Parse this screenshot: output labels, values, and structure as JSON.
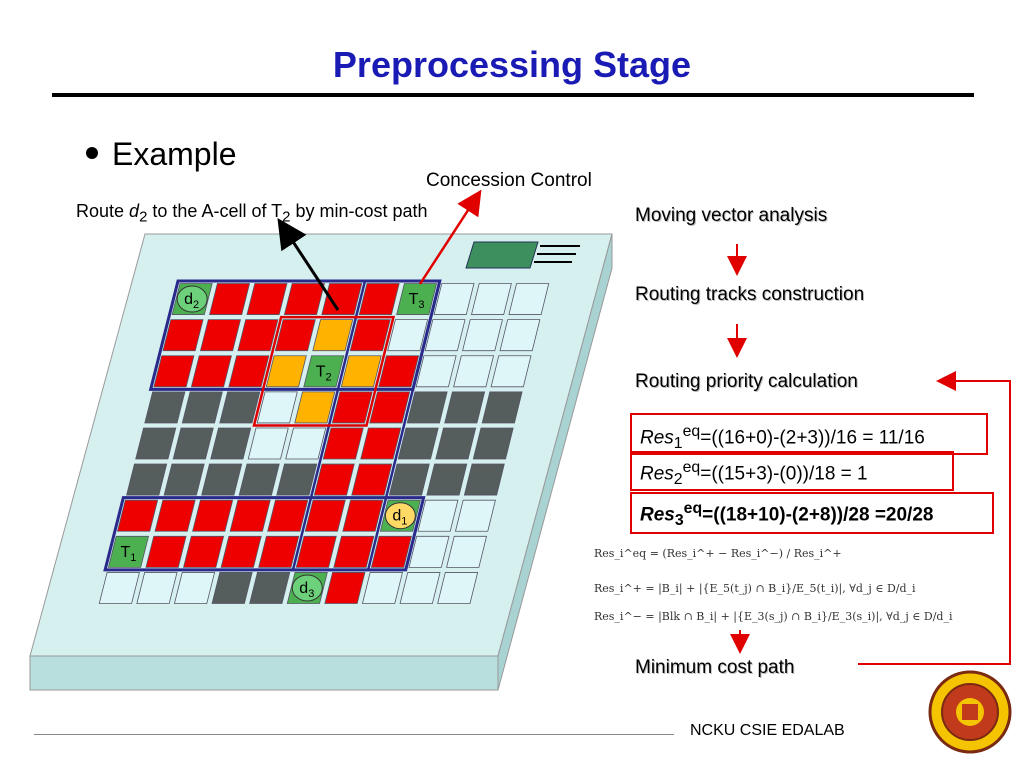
{
  "slide": {
    "title": "Preprocessing Stage",
    "bullet": "Example",
    "footer": "NCKU CSIE EDALAB"
  },
  "diagram": {
    "concession_label": "Concession Control",
    "route_label": {
      "prefix": "Route ",
      "d": "d",
      "d_sub": "2",
      "middle": " to the A-cell of T",
      "t_sub": "2",
      "suffix": " by min-cost path"
    },
    "cell_labels": {
      "d2": {
        "main": "d",
        "sub": "2"
      },
      "t3": {
        "main": "T",
        "sub": "3"
      },
      "t2": {
        "main": "T",
        "sub": "2"
      },
      "d1": {
        "main": "d",
        "sub": "1"
      },
      "t1": {
        "main": "T",
        "sub": "1"
      },
      "d3": {
        "main": "d",
        "sub": "3"
      }
    },
    "colors": {
      "board": "#cfefef",
      "cell_empty": "#dff6f8",
      "cell_red": "#ee0000",
      "cell_dark": "#555d5d",
      "cell_orange": "#ffb300",
      "cell_green": "#4caf50",
      "outline": "#2a2a8c",
      "accent_red": "#e00000",
      "title_blue": "#1a1ab4"
    }
  },
  "flow": {
    "step1": "Moving vector analysis",
    "step2": "Routing tracks construction",
    "step3": "Routing priority calculation",
    "step4": "Minimum cost path"
  },
  "results": {
    "res1": {
      "label": "Res",
      "sub": "1",
      "sup": "eq",
      "expr": "=((16+0)-(2+3))/16 = 11/16"
    },
    "res2": {
      "label": "Res",
      "sub": "2",
      "sup": "eq",
      "expr": "=((15+3)-(0))/18 = 1"
    },
    "res3": {
      "label": "Res",
      "sub": "3",
      "sup": "eq",
      "expr": "=((18+10)-(2+8))/28 =20/28"
    }
  },
  "formulas": {
    "f1": "Res_i^eq = (Res_i^+ − Res_i^−) / Res_i^+",
    "f2": "Res_i^+ = |B_i| + |{E_5(t_j) ∩ B_i}/E_5(t_i)|, ∀d_j ∈ D/d_i",
    "f3": "Res_i^− = |Blk ∩ B_i| + |{E_3(s_j) ∩ B_i}/E_3(s_i)|, ∀d_j ∈ D/d_i"
  },
  "logo": {
    "name": "ncku-seal-logo"
  }
}
